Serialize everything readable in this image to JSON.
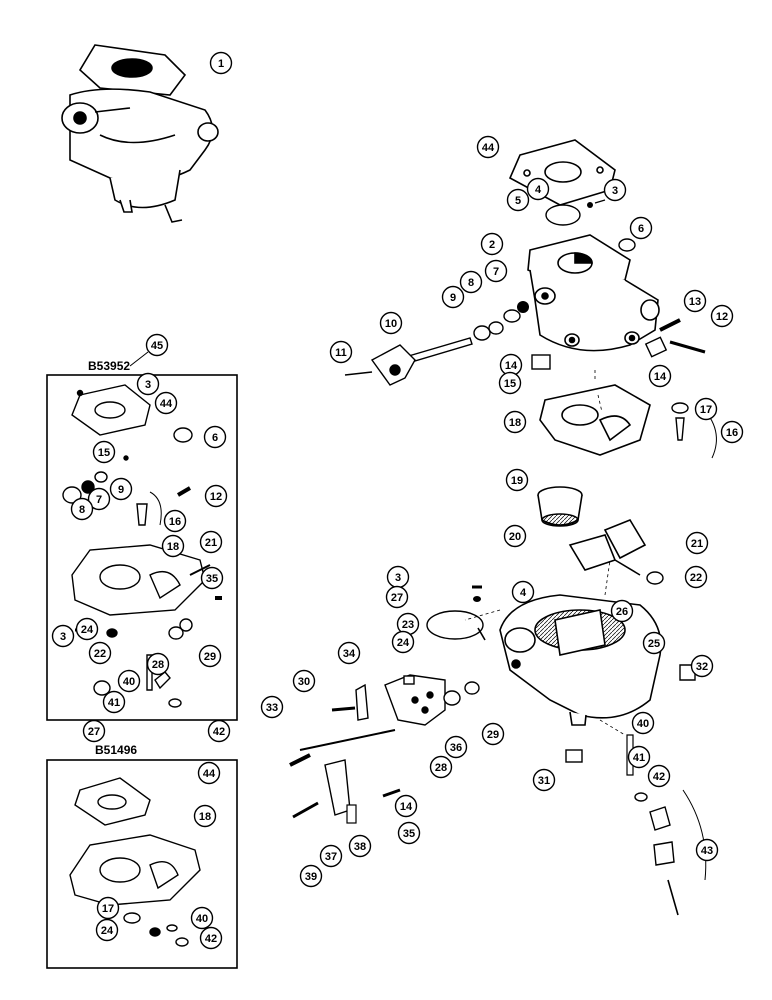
{
  "kits": {
    "kit_a": {
      "code": "B53952",
      "ref": "45"
    },
    "kit_b": {
      "code": "B51496"
    }
  },
  "callouts": {
    "overview": [
      "1"
    ],
    "main": [
      "44",
      "5",
      "4",
      "3",
      "6",
      "2",
      "8",
      "7",
      "9",
      "10",
      "11",
      "13",
      "12",
      "14",
      "15",
      "14",
      "18",
      "17",
      "16",
      "19",
      "20",
      "21",
      "3",
      "22",
      "27",
      "4",
      "26",
      "23",
      "25",
      "24",
      "34",
      "32",
      "30",
      "33",
      "36",
      "29",
      "28",
      "31",
      "14",
      "40",
      "41",
      "42",
      "35",
      "38",
      "37",
      "39",
      "43"
    ],
    "kit_a": [
      "3",
      "44",
      "6",
      "15",
      "9",
      "7",
      "8",
      "12",
      "16",
      "18",
      "21",
      "35",
      "3",
      "24",
      "22",
      "28",
      "29",
      "40",
      "41",
      "27",
      "42"
    ],
    "kit_b": [
      "44",
      "18",
      "17",
      "40",
      "24",
      "42"
    ]
  }
}
